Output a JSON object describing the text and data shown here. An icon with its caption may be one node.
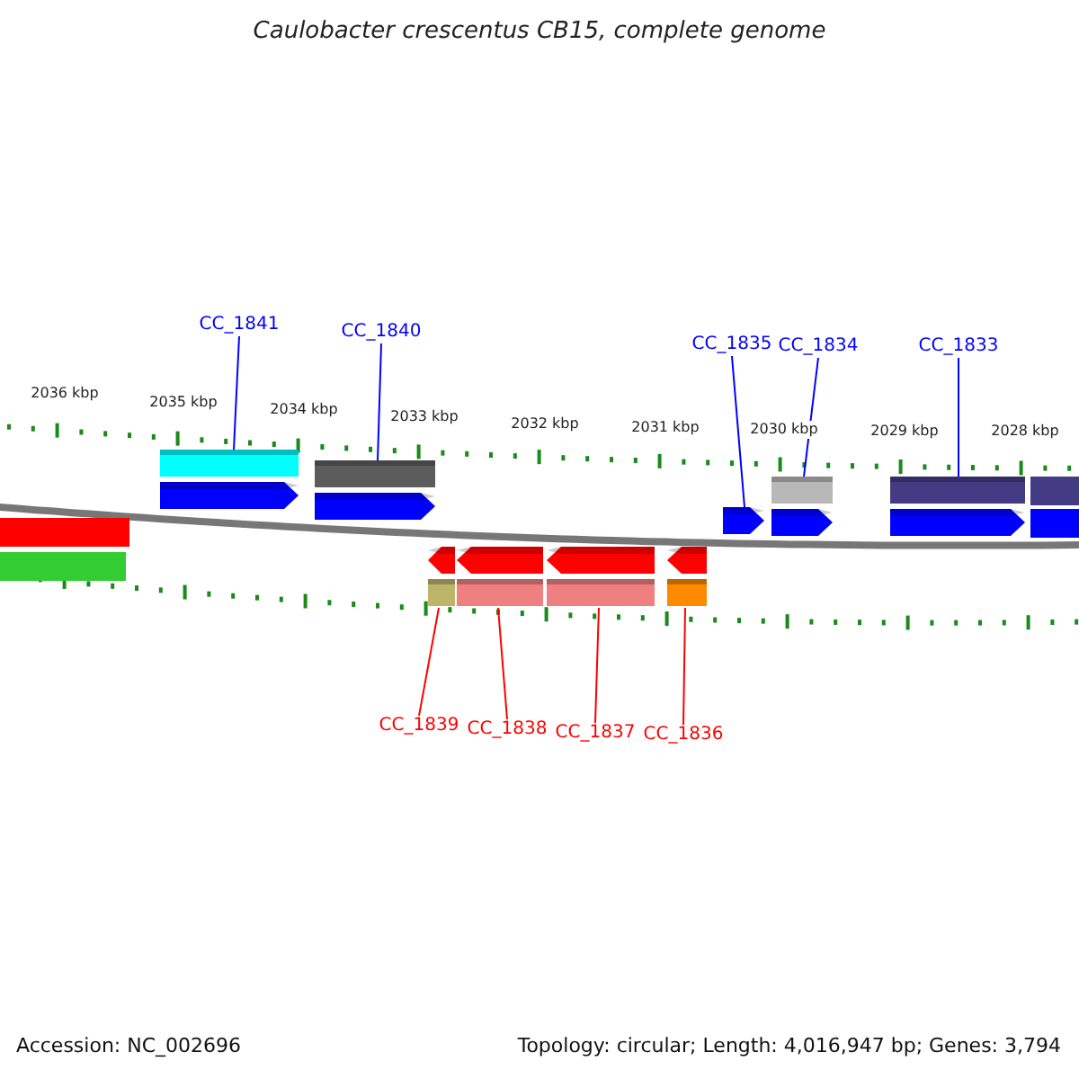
{
  "diagram": {
    "title": "Caulobacter crescentus CB15, complete genome",
    "nodes": [
      {
        "text": [
          "CC_1841"
        ]
      },
      {
        "text": [
          "CC_1840"
        ]
      },
      {
        "text": [
          "CC_1835"
        ]
      },
      {
        "text": [
          "CC_1834"
        ]
      },
      {
        "text": [
          "CC_1833"
        ]
      },
      {
        "text": [],
        "shape": "bar"
      },
      {
        "text": [],
        "shape": "bar"
      },
      {
        "text": [],
        "shape": "bar"
      },
      {
        "text": [],
        "shape": "bar"
      },
      {
        "text": [],
        "shape": "bar"
      },
      {
        "text": [],
        "shape": "bar"
      },
      {
        "text": [],
        "shape": "bar"
      },
      {
        "text": [],
        "shape": "bar"
      },
      {
        "text": [],
        "shape": "bar"
      },
      {
        "text": [
          "CC_1839"
        ]
      },
      {
        "text": [
          "CC_1838"
        ]
      },
      {
        "text": [
          "CC_1837"
        ]
      },
      {
        "text": [
          "CC_1836"
        ]
      }
    ],
    "edges": [
      {
        "from": 0,
        "to": 5,
        "arrow": "none"
      },
      {
        "from": 1,
        "to": 6,
        "arrow": "none"
      },
      {
        "from": 2,
        "to": 7,
        "arrow": "none"
      },
      {
        "from": 3,
        "to": 8,
        "arrow": "none"
      },
      {
        "from": 4,
        "to": 9,
        "arrow": "none"
      },
      {
        "from": 14,
        "to": 10,
        "arrow": "none",
        "color": "#ff0000"
      },
      {
        "from": 15,
        "to": 11,
        "arrow": "none",
        "color": "#ff0000"
      },
      {
        "from": 16,
        "to": 12,
        "arrow": "none",
        "color": "#ff0000"
      },
      {
        "from": 17,
        "to": 13,
        "arrow": "none",
        "color": "#ff0000"
      }
    ],
    "labels": [
      "2036 kbp",
      "2035 kbp",
      "2034 kbp",
      "2033 kbp",
      "2032 kbp",
      "2031 kbp",
      "2030 kbp",
      "2029 kbp",
      "2028 kbp",
      "Accession: NC_002696",
      "Topology: circular; Length: 4,016,947 bp; Genes: 3,794"
    ]
  }
}
